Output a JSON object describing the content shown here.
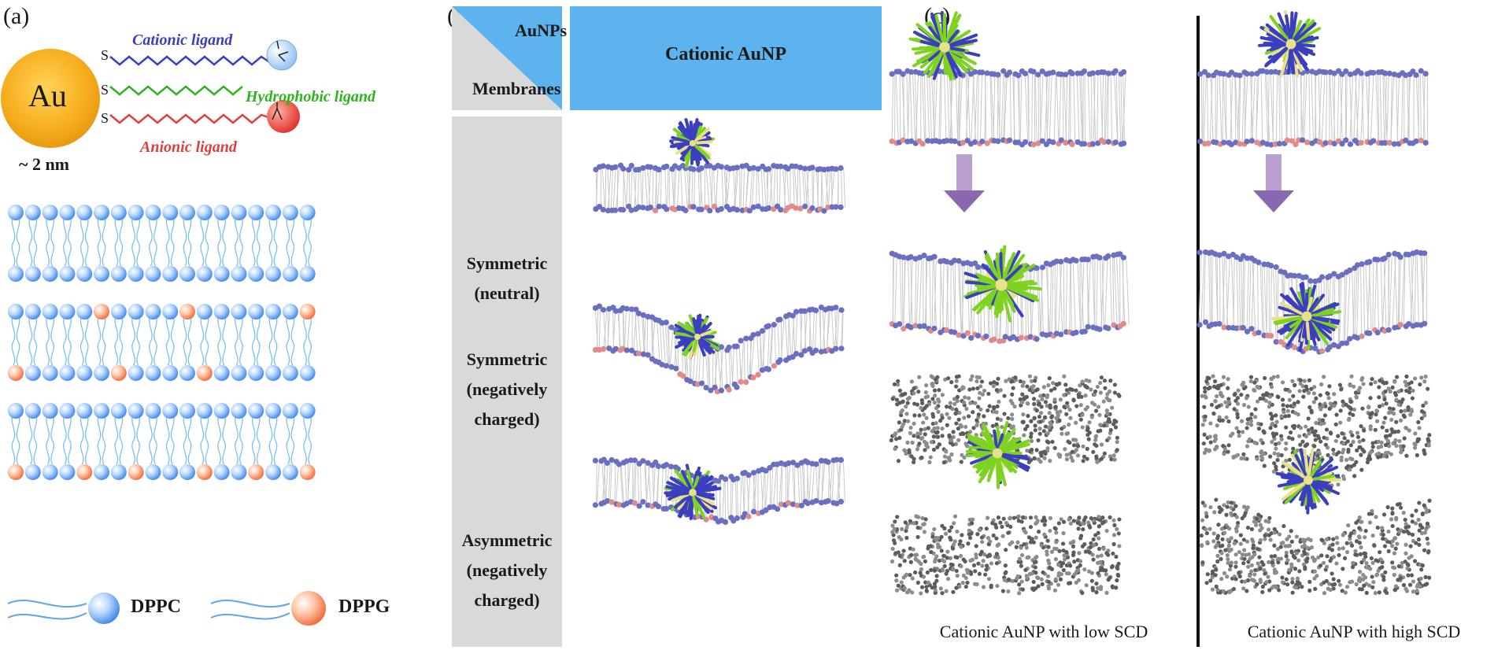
{
  "panel_a": {
    "label": "(a)",
    "core_label": "Au",
    "size_label": "~ 2 nm",
    "sulfur_label": "S",
    "ligands": [
      {
        "name": "Cationic ligand",
        "color": "#3a3fbf"
      },
      {
        "name": "Hydrophobic ligand",
        "color": "#2db51d"
      },
      {
        "name": "Anionic ligand",
        "color": "#e0403a"
      }
    ],
    "legend": [
      {
        "name": "DPPC",
        "color": "#5ea6f0"
      },
      {
        "name": "DPPG",
        "color": "#f08a5e"
      }
    ]
  },
  "panel_b": {
    "label": "(b)",
    "corner_top": "AuNPs",
    "corner_bottom": "Membranes",
    "column_header": "Cationic AuNP",
    "rows": [
      {
        "lines": [
          "Symmetric",
          "(neutral)"
        ]
      },
      {
        "lines": [
          "Symmetric",
          "(negatively",
          "charged)"
        ]
      },
      {
        "lines": [
          "Asymmetric",
          "(negatively",
          "charged)"
        ]
      }
    ]
  },
  "panel_c": {
    "label": "(c)",
    "captions": [
      "Cationic AuNP with low SCD",
      "Cationic AuNP with high SCD"
    ]
  }
}
